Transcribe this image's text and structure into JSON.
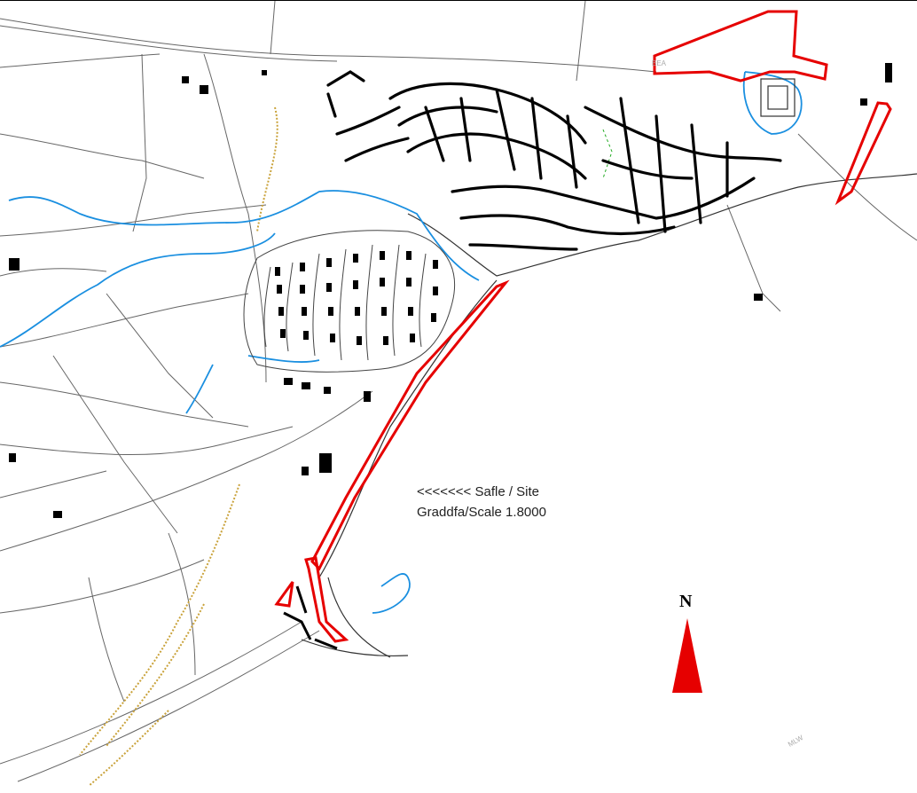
{
  "map": {
    "site_label": "<<<<<<< Safle / Site",
    "scale_label": "Graddfa/Scale 1.8000",
    "north_letter": "N",
    "faint_beach": "BEA",
    "faint_mlw": "MLW"
  },
  "colors": {
    "site_boundary": "#e60000",
    "water": "#1a8fe0",
    "contour_ochre": "#c9a23a",
    "linework": "#555555",
    "buildings": "#000000",
    "north_arrow": "#e60000"
  }
}
